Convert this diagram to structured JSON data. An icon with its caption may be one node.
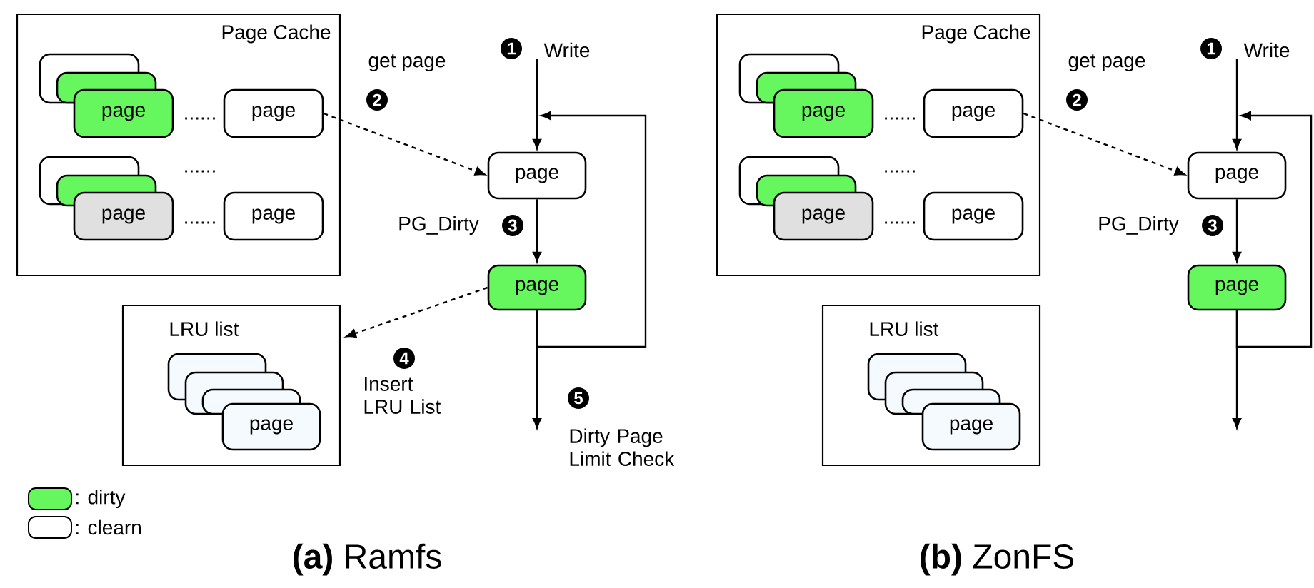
{
  "diagram": {
    "nodes": [
      {
        "text": [
          "Page Cache"
        ]
      },
      {
        "text": [],
        "shape": "box",
        "in": 0
      },
      {
        "text": [],
        "shape": "box",
        "in": 0
      },
      {
        "text": [
          "page"
        ],
        "in": 0
      },
      {
        "text": [
          "page"
        ],
        "in": 0
      },
      {
        "text": [],
        "shape": "box",
        "in": 0
      },
      {
        "text": [],
        "shape": "box",
        "in": 0
      },
      {
        "text": [
          "page"
        ],
        "in": 0
      },
      {
        "text": [
          "page"
        ],
        "in": 0
      },
      {
        "text": [
          "Write"
        ]
      },
      {
        "text": [
          "page"
        ]
      },
      {
        "text": [
          "page"
        ]
      },
      {
        "text": [
          "LRU list"
        ]
      },
      {
        "text": [],
        "shape": "box",
        "in": 12
      },
      {
        "text": [],
        "shape": "box",
        "in": 12
      },
      {
        "text": [],
        "shape": "box",
        "in": 12
      },
      {
        "text": [
          "page"
        ],
        "in": 12
      },
      {
        "text": [
          "Page Cache"
        ]
      },
      {
        "text": [],
        "shape": "box",
        "in": 17
      },
      {
        "text": [],
        "shape": "box",
        "in": 17
      },
      {
        "text": [
          "page"
        ],
        "in": 17
      },
      {
        "text": [
          "page"
        ],
        "in": 17
      },
      {
        "text": [],
        "shape": "box",
        "in": 17
      },
      {
        "text": [],
        "shape": "box",
        "in": 17
      },
      {
        "text": [
          "page"
        ],
        "in": 17
      },
      {
        "text": [
          "page"
        ],
        "in": 17
      },
      {
        "text": [
          "Write"
        ]
      },
      {
        "text": [
          "page"
        ]
      },
      {
        "text": [
          "page"
        ]
      },
      {
        "text": [
          "LRU list"
        ]
      },
      {
        "text": [],
        "shape": "box",
        "in": 29
      },
      {
        "text": [],
        "shape": "box",
        "in": 29
      },
      {
        "text": [],
        "shape": "box",
        "in": 29
      },
      {
        "text": [
          "page"
        ],
        "in": 29
      }
    ],
    "edges": [
      {
        "from": 9,
        "to": 10,
        "arrow": "to"
      },
      {
        "from": 4,
        "to": 10,
        "arrow": "to",
        "style": "dashed"
      },
      {
        "from": 10,
        "to": 11,
        "arrow": "to"
      },
      {
        "from": 11,
        "to": 10,
        "arrow": "to"
      },
      {
        "from": 11,
        "to": null,
        "arrow": "to"
      },
      {
        "from": 11,
        "to": 12,
        "arrow": "to",
        "style": "dashed"
      },
      {
        "from": 26,
        "to": 27,
        "arrow": "to"
      },
      {
        "from": 21,
        "to": 27,
        "arrow": "to",
        "style": "dashed"
      },
      {
        "from": 27,
        "to": 28,
        "arrow": "to"
      },
      {
        "from": 28,
        "to": 27,
        "arrow": "to"
      },
      {
        "from": 28,
        "to": null,
        "arrow": "to"
      }
    ],
    "labels": [
      "1",
      "get page",
      "2",
      "......",
      "......",
      "......",
      "PG_Dirty",
      "3",
      "4",
      "Insert LRU List",
      "5",
      "Dirty Page Limit Check",
      "**(a)** Ramfs",
      "1",
      "get page",
      "2",
      "......",
      "......",
      "......",
      "PG_Dirty",
      "3",
      "**(b)** ZonFS"
    ],
    "legend": [
      {
        "text": ": dirty",
        "color": "#66f75e"
      },
      {
        "text": ": clearn"
      }
    ]
  }
}
